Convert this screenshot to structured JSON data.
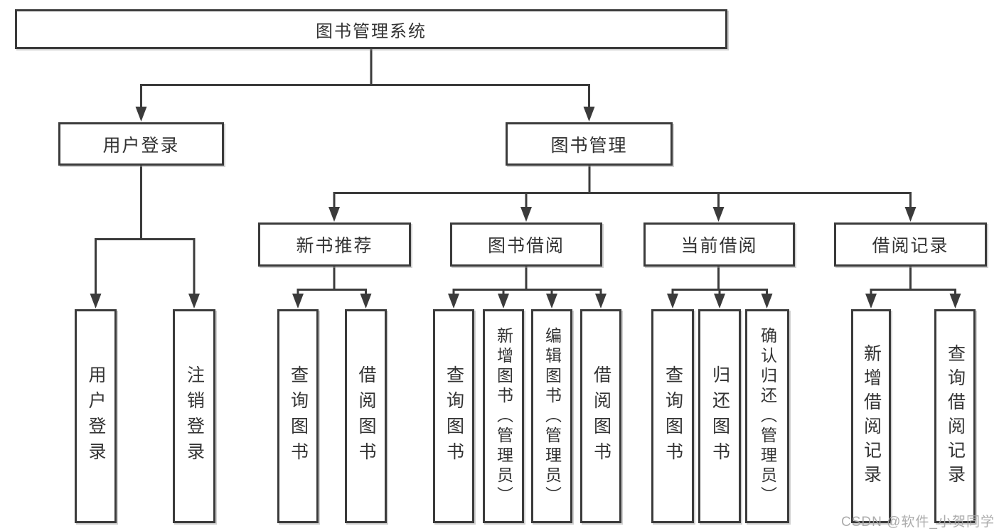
{
  "diagram": {
    "root": {
      "label": "图书管理系统"
    },
    "branches": [
      {
        "label": "用户登录",
        "children": [
          {
            "label": "用户登录"
          },
          {
            "label": "注销登录"
          }
        ]
      },
      {
        "label": "图书管理",
        "children": [
          {
            "label": "新书推荐",
            "children": [
              {
                "label": "查询图书"
              },
              {
                "label": "借阅图书"
              }
            ]
          },
          {
            "label": "图书借阅",
            "children": [
              {
                "label": "查询图书"
              },
              {
                "label": "新增图书（管理员）"
              },
              {
                "label": "编辑图书（管理员）"
              },
              {
                "label": "借阅图书"
              }
            ]
          },
          {
            "label": "当前借阅",
            "children": [
              {
                "label": "查询图书"
              },
              {
                "label": "归还图书"
              },
              {
                "label": "确认归还（管理员）"
              }
            ]
          },
          {
            "label": "借阅记录",
            "children": [
              {
                "label": "新增借阅记录"
              },
              {
                "label": "查询借阅记录"
              }
            ]
          }
        ]
      }
    ]
  },
  "watermark": "CSDN @软件_小贺同学",
  "colors": {
    "line": "#3b3b3b",
    "text": "#333333",
    "background": "#ffffff",
    "watermark": "#a5a5a5"
  }
}
